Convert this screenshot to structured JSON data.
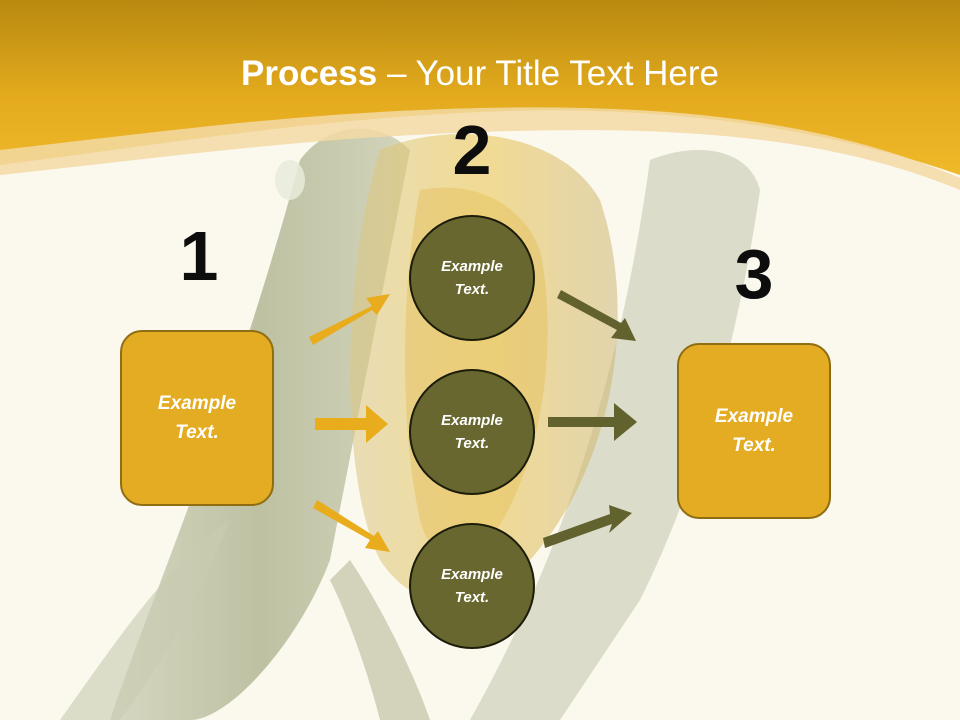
{
  "slide": {
    "title_bold": "Process",
    "title_rest": " – Your Title Text Here"
  },
  "numbers": [
    "1",
    "2",
    "3"
  ],
  "boxes": {
    "left": "Example Text.",
    "right": "Example Text."
  },
  "circles": [
    "Example Text.",
    "Example Text.",
    "Example Text."
  ],
  "colors": {
    "header": "#e2aa1d",
    "box_fill": "#e4ac22",
    "circle_fill": "#67672f",
    "arrow_gold": "#e8ac1c",
    "arrow_olive": "#62622e"
  }
}
